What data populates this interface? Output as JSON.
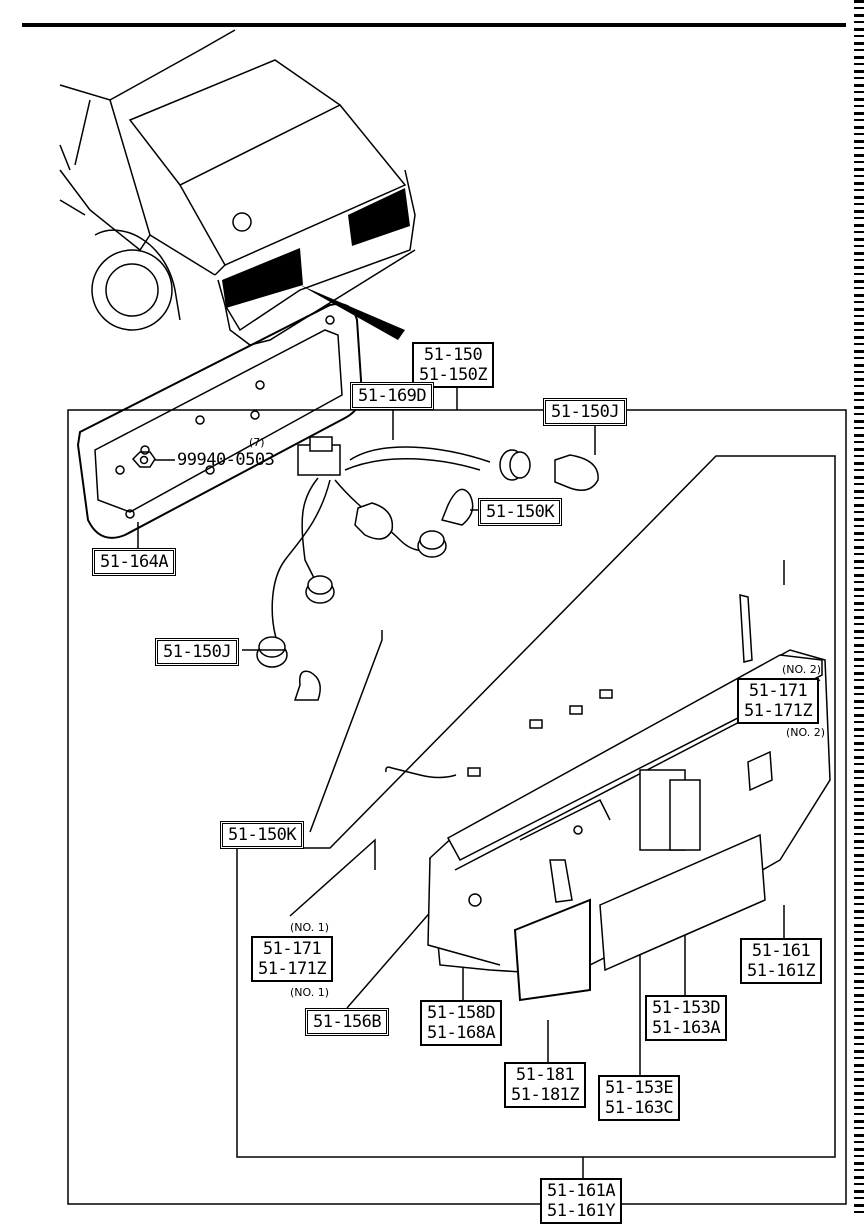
{
  "assembly": {
    "line1": "51-150",
    "line2": "51-150Z"
  },
  "nut": {
    "qty": "(7)",
    "part": "99940-0503"
  },
  "parts": {
    "p164A": "51-164A",
    "p169D": "51-169D",
    "p150J_top": "51-150J",
    "p150K_top": "51-150K",
    "p150J_left": "51-150J",
    "p150K_left": "51-150K",
    "p171_no2": {
      "note": "(NO. 2)",
      "line1": "51-171",
      "line2": "51-171Z",
      "note2": "(NO. 2)"
    },
    "p171_no1": {
      "note": "(NO. 1)",
      "line1": "51-171",
      "line2": "51-171Z",
      "note2": "(NO. 1)"
    },
    "p156B": "51-156B",
    "p158D": {
      "line1": "51-158D",
      "line2": "51-168A"
    },
    "p181": {
      "line1": "51-181",
      "line2": "51-181Z"
    },
    "p153D": {
      "line1": "51-153D",
      "line2": "51-163A"
    },
    "p153E": {
      "line1": "51-153E",
      "line2": "51-163C"
    },
    "p161": {
      "line1": "51-161",
      "line2": "51-161Z"
    },
    "p161A": {
      "line1": "51-161A",
      "line2": "51-161Y"
    }
  }
}
